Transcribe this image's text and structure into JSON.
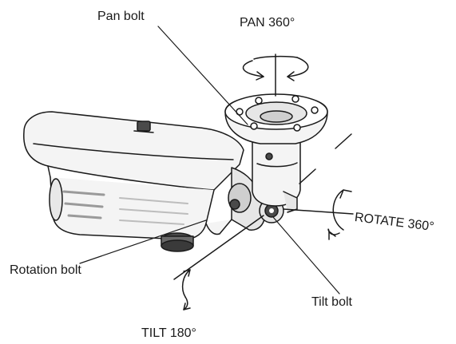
{
  "diagram": {
    "labels": {
      "pan_bolt": "Pan bolt",
      "pan_360": "PAN 360°",
      "rotate_360": "ROTATE 360°",
      "rotation_bolt": "Rotation bolt",
      "tilt_bolt": "Tilt bolt",
      "tilt_180": "TILT 180°"
    },
    "colors": {
      "line": "#1a1a1a",
      "body_fill": "#f4f4f4",
      "shade": "#bdbdbd",
      "dark": "#4a4a4a"
    }
  }
}
